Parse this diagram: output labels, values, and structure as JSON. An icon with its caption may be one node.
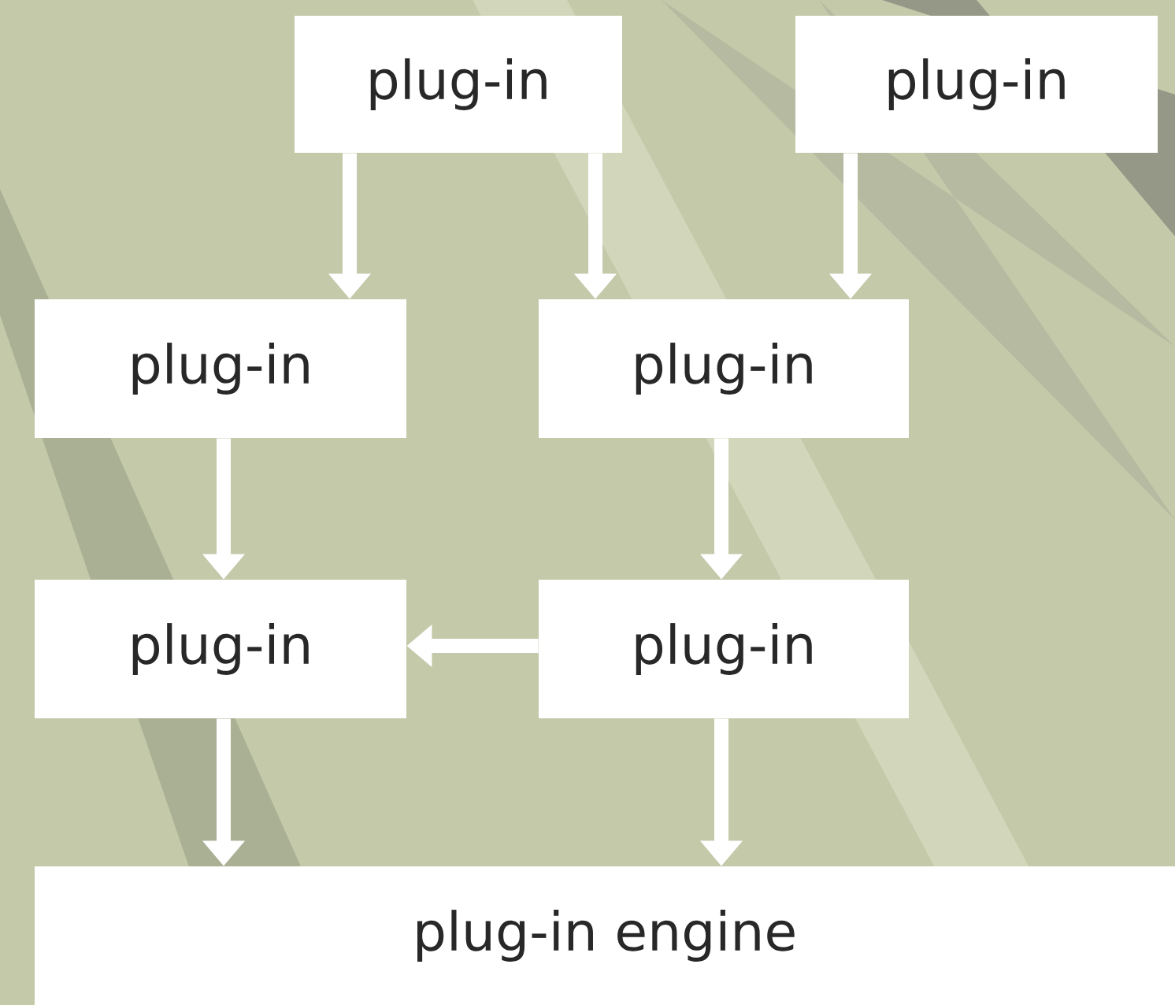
{
  "diagram": {
    "nodes": [
      {
        "text": [
          "plug-in"
        ]
      },
      {
        "text": [
          "plug-in"
        ]
      },
      {
        "text": [
          "plug-in"
        ]
      },
      {
        "text": [
          "plug-in"
        ]
      },
      {
        "text": [
          "plug-in"
        ]
      },
      {
        "text": [
          "plug-in"
        ]
      },
      {
        "text": [
          "plug-in engine"
        ]
      }
    ],
    "edges": [
      {
        "from": 0,
        "to": 2,
        "arrow": "to"
      },
      {
        "from": 0,
        "to": 3,
        "arrow": "to"
      },
      {
        "from": 1,
        "to": 3,
        "arrow": "to"
      },
      {
        "from": 2,
        "to": 4,
        "arrow": "to"
      },
      {
        "from": 3,
        "to": 5,
        "arrow": "to"
      },
      {
        "from": 5,
        "to": 4,
        "arrow": "to"
      },
      {
        "from": 4,
        "to": 6,
        "arrow": "to"
      },
      {
        "from": 5,
        "to": 6,
        "arrow": "to"
      }
    ]
  }
}
